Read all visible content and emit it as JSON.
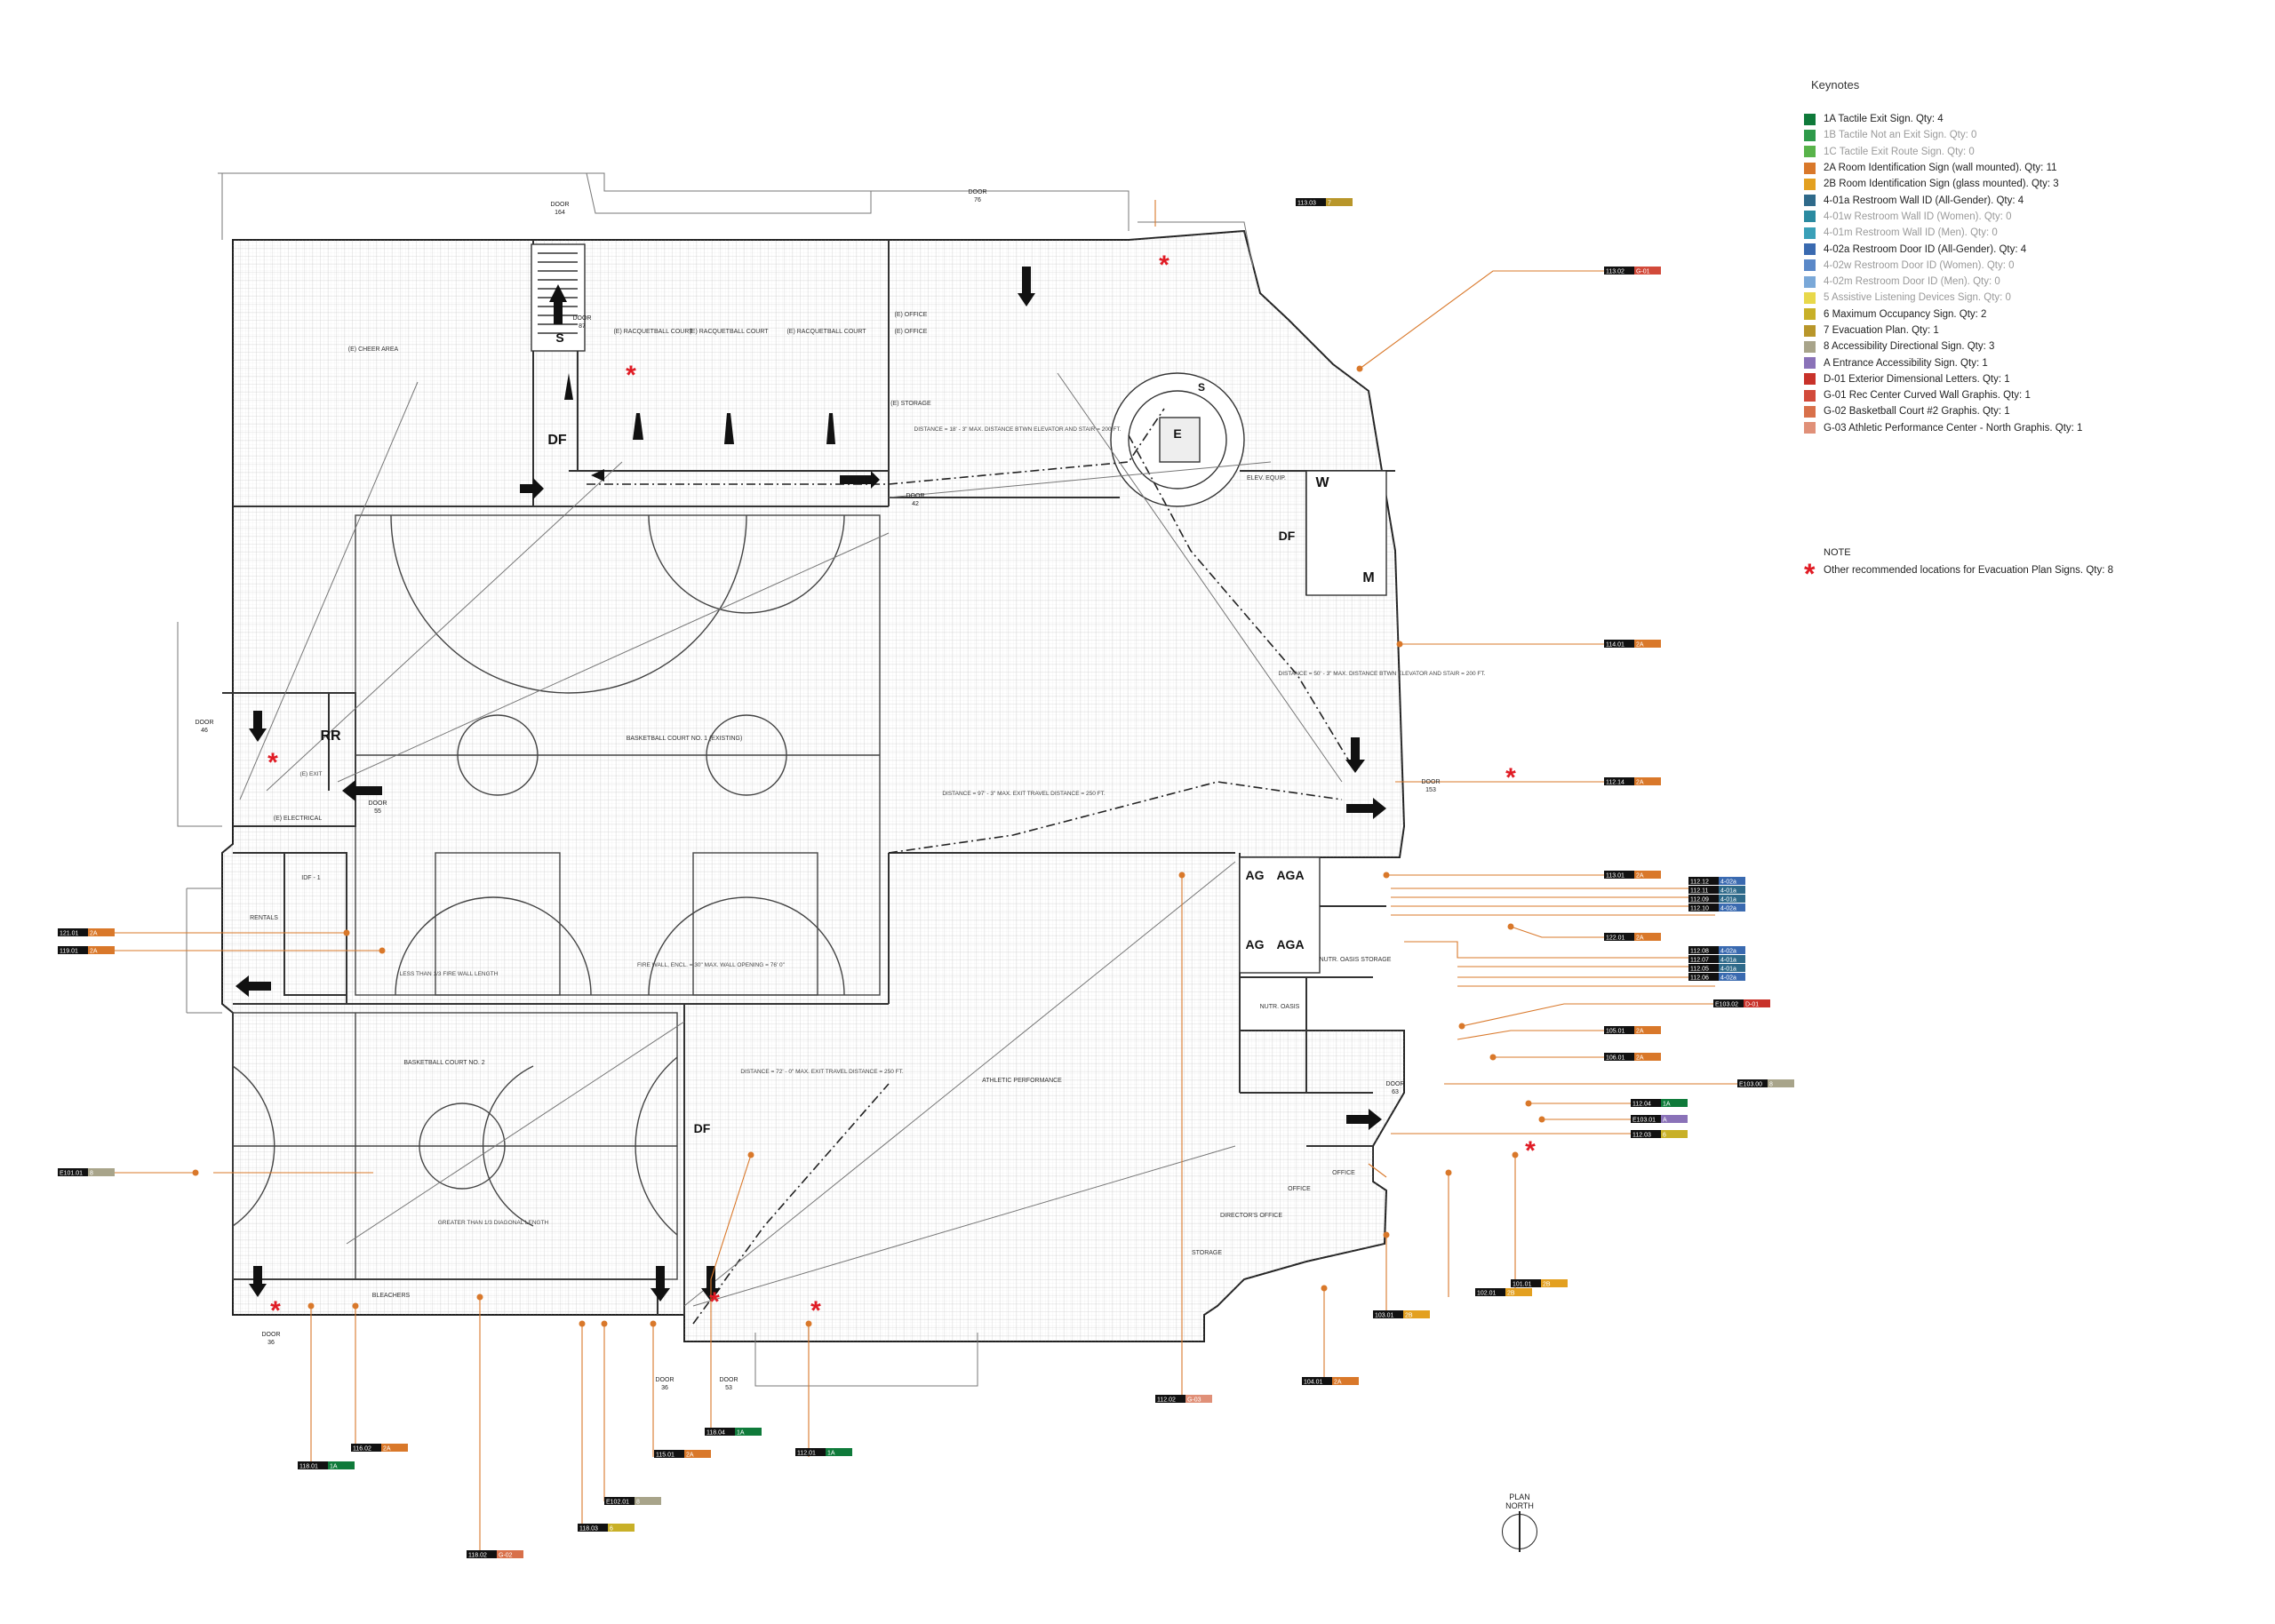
{
  "legend": {
    "title": "Keynotes",
    "items": [
      {
        "label": "1A Tactile Exit Sign. Qty: 4",
        "color": "#0f7a3a",
        "muted": false
      },
      {
        "label": "1B Tactile Not an Exit Sign. Qty: 0",
        "color": "#2e9a4a",
        "muted": true
      },
      {
        "label": "1C Tactile Exit Route Sign. Qty: 0",
        "color": "#58b34a",
        "muted": true
      },
      {
        "label": "2A Room Identification Sign (wall mounted). Qty: 11",
        "color": "#d9782a",
        "muted": false
      },
      {
        "label": "2B Room Identification Sign (glass mounted). Qty: 3",
        "color": "#e3a020",
        "muted": false
      },
      {
        "label": "4-01a Restroom Wall ID (All-Gender). Qty: 4",
        "color": "#2f6a8a",
        "muted": false
      },
      {
        "label": "4-01w Restroom Wall ID (Women). Qty: 0",
        "color": "#2a8aa0",
        "muted": true
      },
      {
        "label": "4-01m Restroom Wall ID (Men). Qty: 0",
        "color": "#3aa0b8",
        "muted": true
      },
      {
        "label": "4-02a Restroom Door ID (All-Gender). Qty: 4",
        "color": "#3a6ab0",
        "muted": false
      },
      {
        "label": "4-02w Restroom Door ID (Women). Qty: 0",
        "color": "#5a88c8",
        "muted": true
      },
      {
        "label": "4-02m Restroom Door ID (Men). Qty: 0",
        "color": "#7aa8d8",
        "muted": true
      },
      {
        "label": "5 Assistive Listening Devices Sign. Qty: 0",
        "color": "#e8d84a",
        "muted": true
      },
      {
        "label": "6 Maximum Occupancy Sign. Qty: 2",
        "color": "#c8b028",
        "muted": false
      },
      {
        "label": "7 Evacuation Plan. Qty: 1",
        "color": "#b8962a",
        "muted": false
      },
      {
        "label": "8 Accessibility Directional Sign. Qty: 3",
        "color": "#a8a48a",
        "muted": false
      },
      {
        "label": "A Entrance Accessibility Sign. Qty: 1",
        "color": "#8a72b8",
        "muted": false
      },
      {
        "label": "D-01 Exterior Dimensional Letters. Qty: 1",
        "color": "#c8322a",
        "muted": false
      },
      {
        "label": "G-01 Rec Center Curved Wall Graphis. Qty: 1",
        "color": "#d24a3a",
        "muted": false
      },
      {
        "label": "G-02 Basketball Court #2 Graphis. Qty: 1",
        "color": "#d8704a",
        "muted": false
      },
      {
        "label": "G-03 Athletic Performance Center - North Graphis. Qty: 1",
        "color": "#e09078",
        "muted": false
      }
    ]
  },
  "note": {
    "title": "NOTE",
    "text": "Other recommended locations for Evacuation Plan Signs. Qty: 8"
  },
  "north": {
    "line1": "PLAN",
    "line2": "NORTH"
  },
  "colors": {
    "leader": "#d9782a",
    "star": "#e01b24",
    "tag_black": "#111111"
  },
  "rooms": [
    {
      "id": "basketball-court-1",
      "label": "BASKETBALL COURT NO. 1 (EXISTING)"
    },
    {
      "id": "basketball-court-2",
      "label": "BASKETBALL COURT NO. 2"
    },
    {
      "id": "athletic-performance",
      "label": "ATHLETIC PERFORMANCE"
    },
    {
      "id": "racquetball-1",
      "label": "(E) RACQUETBALL COURT"
    },
    {
      "id": "racquetball-2",
      "label": "(E) RACQUETBALL COURT"
    },
    {
      "id": "racquetball-3",
      "label": "(E) RACQUETBALL COURT"
    },
    {
      "id": "cheer-area",
      "label": "(E) CHEER AREA"
    },
    {
      "id": "office-e",
      "label": "(E) OFFICE"
    },
    {
      "id": "office-e2",
      "label": "(E) OFFICE"
    },
    {
      "id": "storage-e",
      "label": "(E) STORAGE"
    },
    {
      "id": "electrical",
      "label": "(E) ELECTRICAL"
    },
    {
      "id": "rentals",
      "label": "RENTALS"
    },
    {
      "id": "idf-1",
      "label": "IDF - 1"
    },
    {
      "id": "nutr-oasis",
      "label": "NUTR. OASIS"
    },
    {
      "id": "nutr-oasis-storage",
      "label": "NUTR. OASIS STORAGE"
    },
    {
      "id": "directors-office",
      "label": "DIRECTOR'S OFFICE"
    },
    {
      "id": "office-a",
      "label": "OFFICE"
    },
    {
      "id": "office-b",
      "label": "OFFICE"
    },
    {
      "id": "storage-a",
      "label": "STORAGE"
    },
    {
      "id": "elev-equip",
      "label": "ELEV. EQUIP."
    },
    {
      "id": "bleachers",
      "label": "BLEACHERS"
    }
  ],
  "room_glyphs": [
    "S",
    "E",
    "S",
    "RR",
    "DF",
    "DF",
    "DF",
    "W",
    "M",
    "AG",
    "AGA",
    "AG",
    "AGA"
  ],
  "doors": [
    {
      "label": "DOOR",
      "num": "164"
    },
    {
      "label": "DOOR",
      "num": "76"
    },
    {
      "label": "DOOR",
      "num": "87"
    },
    {
      "label": "DOOR",
      "num": "46"
    },
    {
      "label": "DOOR",
      "num": "55"
    },
    {
      "label": "DOOR",
      "num": "153"
    },
    {
      "label": "DOOR",
      "num": "63"
    },
    {
      "label": "DOOR",
      "num": "36"
    },
    {
      "label": "DOOR",
      "num": "36"
    },
    {
      "label": "DOOR",
      "num": "53"
    },
    {
      "label": "DOOR",
      "num": "42"
    }
  ],
  "tags": [
    {
      "code": "113.03",
      "key": "7"
    },
    {
      "code": "113.02",
      "key": "G-01"
    },
    {
      "code": "114.01",
      "key": "2A"
    },
    {
      "code": "112.14",
      "key": "2A"
    },
    {
      "code": "113.01",
      "key": "2A"
    },
    {
      "code": "112.12",
      "key": "4-02a"
    },
    {
      "code": "112.11",
      "key": "4-01a"
    },
    {
      "code": "112.09",
      "key": "4-01a"
    },
    {
      "code": "112.10",
      "key": "4-02a"
    },
    {
      "code": "122.01",
      "key": "2A"
    },
    {
      "code": "112.08",
      "key": "4-02a"
    },
    {
      "code": "112.07",
      "key": "4-01a"
    },
    {
      "code": "112.05",
      "key": "4-01a"
    },
    {
      "code": "112.06",
      "key": "4-02a"
    },
    {
      "code": "E103.02",
      "key": "D-01"
    },
    {
      "code": "105.01",
      "key": "2A"
    },
    {
      "code": "106.01",
      "key": "2A"
    },
    {
      "code": "E103.00",
      "key": "8"
    },
    {
      "code": "112.04",
      "key": "1A"
    },
    {
      "code": "E103.01",
      "key": "A"
    },
    {
      "code": "112.03",
      "key": "6"
    },
    {
      "code": "102.01",
      "key": "2B"
    },
    {
      "code": "101.01",
      "key": "2B"
    },
    {
      "code": "103.01",
      "key": "2B"
    },
    {
      "code": "104.01",
      "key": "2A"
    },
    {
      "code": "112.02",
      "key": "G-03"
    },
    {
      "code": "112.01",
      "key": "1A"
    },
    {
      "code": "118.04",
      "key": "1A"
    },
    {
      "code": "115.01",
      "key": "2A"
    },
    {
      "code": "118.03",
      "key": "6"
    },
    {
      "code": "E102.01",
      "key": "8"
    },
    {
      "code": "118.02",
      "key": "G-02"
    },
    {
      "code": "116.02",
      "key": "2A"
    },
    {
      "code": "118.01",
      "key": "1A"
    },
    {
      "code": "121.01",
      "key": "2A"
    },
    {
      "code": "119.01",
      "key": "2A"
    },
    {
      "code": "E101.01",
      "key": "8"
    }
  ],
  "annotations": [
    "DISTANCE = 18' - 3\" MAX. DISTANCE BTWN ELEVATOR AND STAIR = 200 FT.",
    "DISTANCE = 50' - 3\" MAX. DISTANCE BTWN ELEVATOR AND STAIR = 200 FT.",
    "DISTANCE = 97' - 3\" MAX. EXIT TRAVEL DISTANCE = 250 FT.",
    "DISTANCE = 72' - 0\" MAX. EXIT TRAVEL DISTANCE = 250 FT.",
    "FIRE WALL, ENCL. = 30\" MAX. WALL OPENING = 76' 0\"",
    "GREATER THAN 1/3 DIAGONAL LENGTH",
    "LESS THAN 1/3 FIRE WALL LENGTH",
    "(E) EXIT"
  ]
}
